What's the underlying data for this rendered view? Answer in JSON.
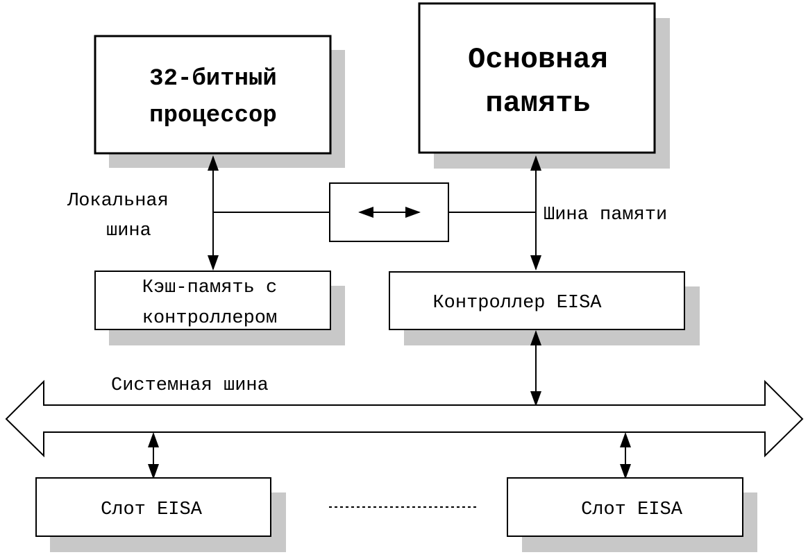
{
  "colors": {
    "stroke": "#000000",
    "fill": "#ffffff",
    "shadow": "#c8c8c8"
  },
  "cpu": {
    "line1": "32-битный",
    "line2": "процессор"
  },
  "memory": {
    "line1": "Основная",
    "line2": "память"
  },
  "local_bus_label": {
    "line1": "Локальная",
    "line2": "шина"
  },
  "memory_bus_label": "Шина памяти",
  "cache": {
    "line1": "Кэш-память с",
    "line2": "контроллером"
  },
  "eisa_controller": "Контроллер EISA",
  "system_bus_label": "Системная шина",
  "slot_left": "Слот EISA",
  "slot_right": "Слот EISA"
}
